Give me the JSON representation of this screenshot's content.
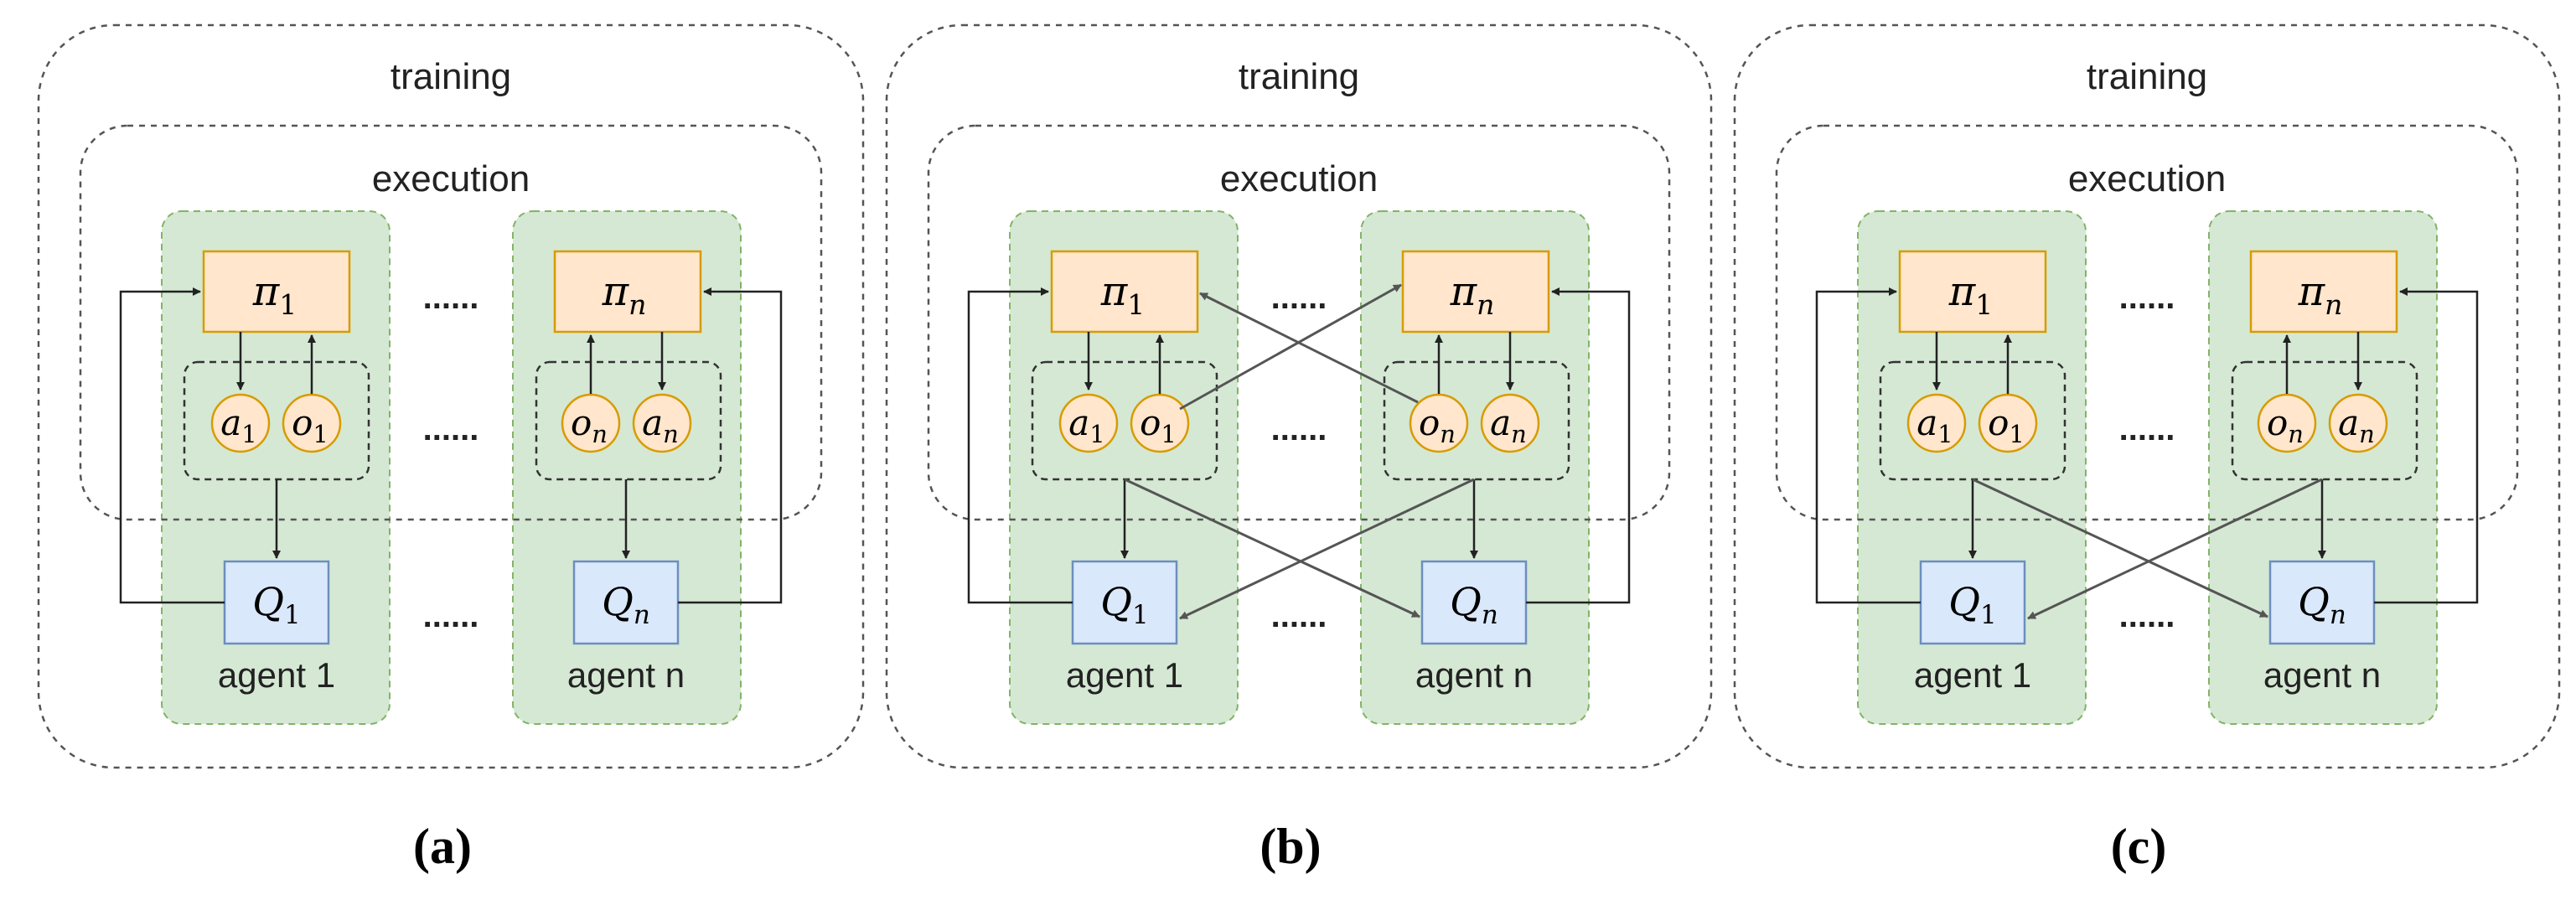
{
  "labels": {
    "training": "training",
    "execution": "execution",
    "dots": "......",
    "agent_1": "agent 1",
    "agent_n": "agent n"
  },
  "symbols": {
    "pi": "π",
    "sub_1": "1",
    "sub_n": "n",
    "a": "a",
    "o": "o",
    "Q": "Q"
  },
  "panels": [
    {
      "id": "a",
      "caption": "(a)",
      "cross_obs": false,
      "cross_actions": false
    },
    {
      "id": "b",
      "caption": "(b)",
      "cross_obs": true,
      "cross_actions": true
    },
    {
      "id": "c",
      "caption": "(c)",
      "cross_obs": false,
      "cross_actions": true
    }
  ],
  "colors": {
    "agent_fill": "#d5e8d4",
    "agent_stroke": "#82b366",
    "policy_fill": "#ffe6cc",
    "policy_stroke": "#d79b00",
    "critic_fill": "#dae8fc",
    "critic_stroke": "#6c8ebf",
    "boundary_stroke": "#555555",
    "arrow": "#222222",
    "cross_arrow": "#555555"
  }
}
